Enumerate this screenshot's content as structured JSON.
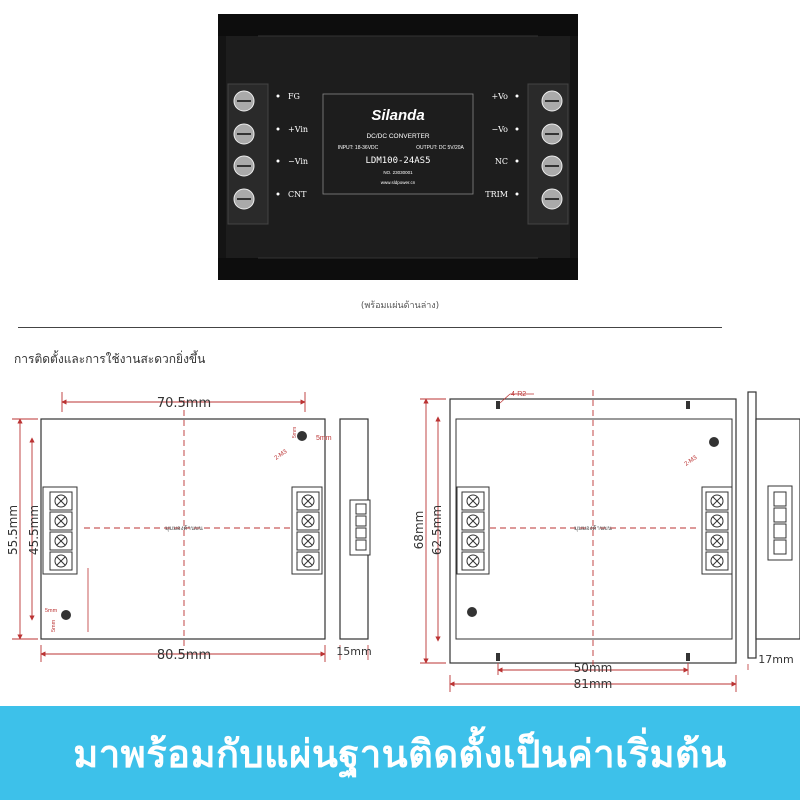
{
  "product": {
    "brand": "Silanda",
    "type_line": "DC/DC CONVERTER",
    "input_spec": "INPUT: 18-36VDC",
    "output_spec": "OUTPUT: DC 5V/20A",
    "model": "LDM100-24AS5",
    "serial": "NO. 23030001",
    "website": "www.sldpower.cn",
    "left_terminals": [
      "FG",
      "+Vin",
      "−Vin",
      "CNT"
    ],
    "right_terminals": [
      "+Vo",
      "−Vo",
      "NC",
      "TRIM"
    ]
  },
  "photo_caption": "(พร้อมแผ่นด้านล่าง)",
  "subtitle": "การติดตั้งและการใช้งานสะดวกยิ่งขึ้น",
  "left_drawing": {
    "width_top": "70.5mm",
    "width_bottom": "80.5mm",
    "height_outer": "55.5mm",
    "height_inner": "45.5mm",
    "hole_label": "2-M3",
    "margin_right": "5mm",
    "margin_top": "5mm",
    "corner_h": "5mm",
    "corner_v": "5mm",
    "center_label": "มุมมองด้านบน",
    "side_depth": "15mm"
  },
  "right_drawing": {
    "corner_radius": "4-R2",
    "hole_label": "2-M3",
    "height_outer": "68mm",
    "height_inner": "62.5mm",
    "hole_spacing": "50mm",
    "width": "81mm",
    "center_label": "มุมมองด้านบน",
    "side_depth": "17mm"
  },
  "banner": "มาพร้อมกับแผ่นฐานติดตั้งเป็นค่าเริ่มต้น"
}
